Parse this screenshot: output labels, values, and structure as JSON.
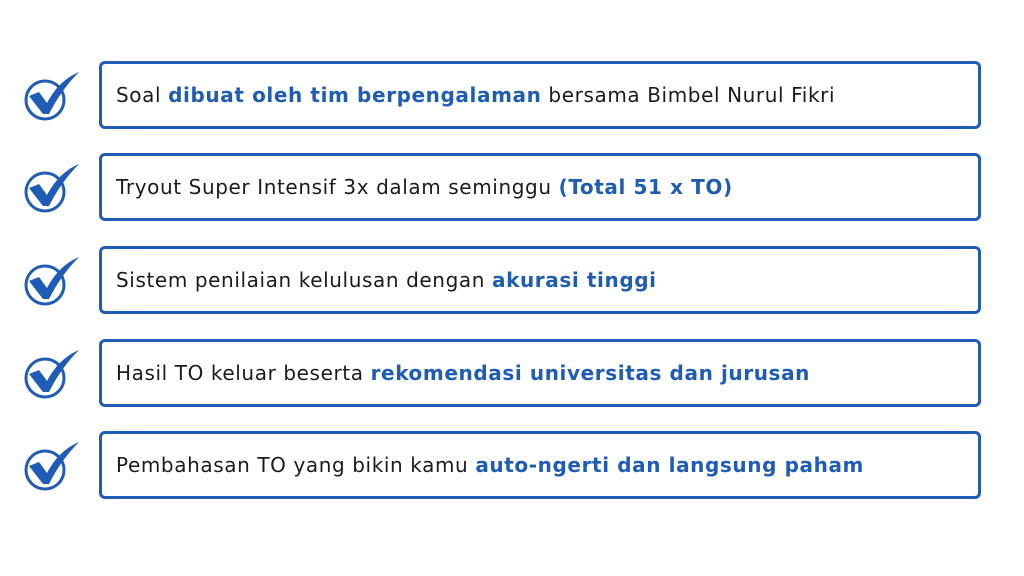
{
  "accent_color": "#1f5cb6",
  "items": [
    {
      "plain_before": "Soal ",
      "highlight": "dibuat oleh tim berpengalaman",
      "plain_after": " bersama Bimbel Nurul Fikri",
      "icon": "checkmark-icon"
    },
    {
      "plain_before": "Tryout Super Intensif 3x dalam seminggu ",
      "highlight": "(Total 51 x TO)",
      "plain_after": "",
      "icon": "checkmark-icon"
    },
    {
      "plain_before": "Sistem penilaian kelulusan dengan ",
      "highlight": "akurasi tinggi",
      "plain_after": "",
      "icon": "checkmark-icon"
    },
    {
      "plain_before": "Hasil TO keluar beserta ",
      "highlight": "rekomendasi universitas dan jurusan",
      "plain_after": "",
      "icon": "checkmark-icon"
    },
    {
      "plain_before": "Pembahasan TO yang bikin kamu ",
      "highlight": "auto-ngerti dan langsung paham",
      "plain_after": "",
      "icon": "checkmark-icon"
    }
  ]
}
